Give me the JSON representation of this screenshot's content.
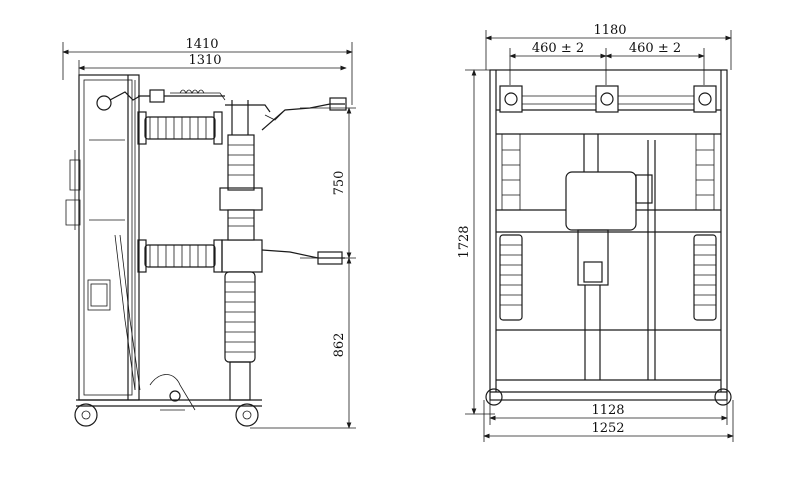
{
  "side_view": {
    "dims": {
      "overall_width": "1410",
      "frame_width": "1310",
      "upper_height": "750",
      "lower_height": "862"
    }
  },
  "front_view": {
    "dims": {
      "overall_width": "1180",
      "pole_spacing_left": "460 ± 2",
      "pole_spacing_right": "460 ± 2",
      "overall_height": "1728",
      "wheel_track": "1128",
      "base_width": "1252"
    }
  }
}
